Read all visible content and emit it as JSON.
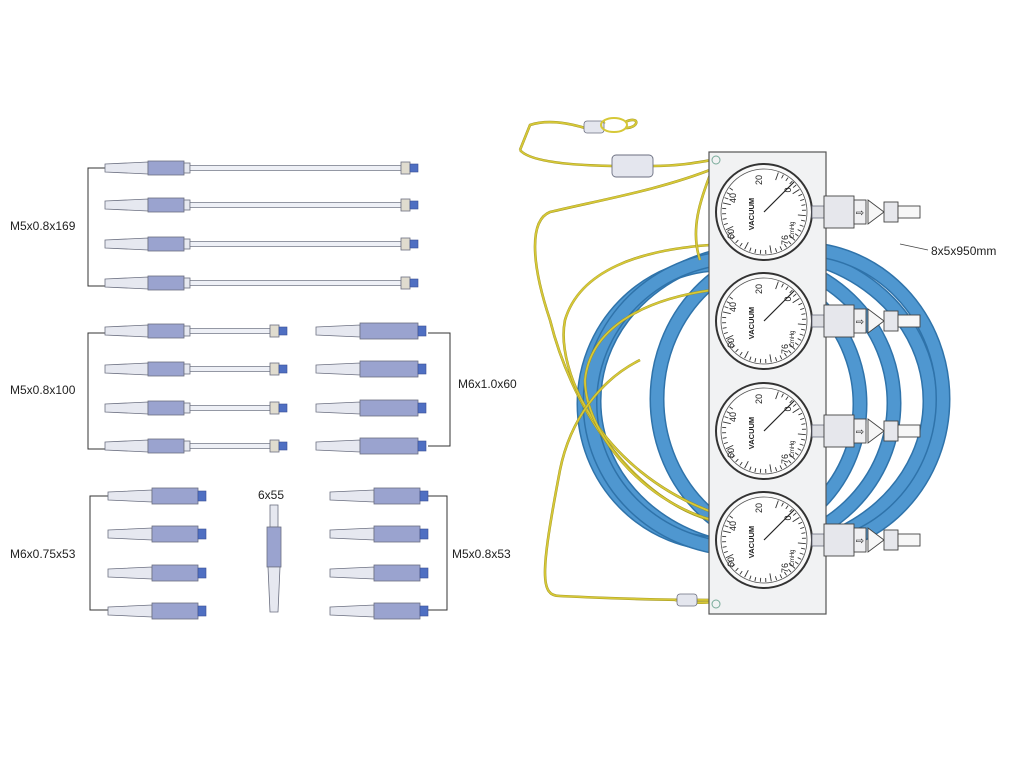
{
  "labels": {
    "group_169": "M5x0.8x169",
    "group_100": "M5x0.8x100",
    "group_60": "M6x1.0x60",
    "group_075_53": "M6x0.75x53",
    "group_6x55": "6x55",
    "group_08_53": "M5x0.8x53",
    "hose": "8x5x950mm"
  },
  "gauge": {
    "word": "VACUUM",
    "unit": "CmHg",
    "ticks": [
      "0",
      "20",
      "40",
      "60",
      "76"
    ]
  },
  "colors": {
    "hose": "#4f97d0",
    "hose_dark": "#2f73aa",
    "cord": "#d6c838",
    "adapter_body": "#c7cbe0",
    "adapter_band": "#9aa3cf",
    "thread": "#4f6fc2",
    "panel": "#f1f2f3"
  }
}
